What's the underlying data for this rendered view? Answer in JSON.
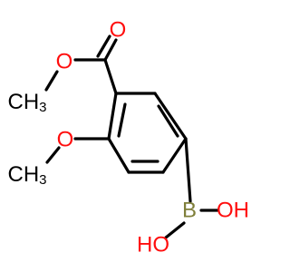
{
  "molecule": {
    "atoms": {
      "carbonyl_oxygen": "O",
      "ester_oxygen": "O",
      "ester_methyl": "CH3",
      "methoxy_oxygen": "O",
      "methoxy_methyl": "CH3",
      "boron": "B",
      "hydroxyl_1": "OH",
      "hydroxyl_2": "HO"
    },
    "colors": {
      "oxygen": "#ff0d0d",
      "boron": "#7f7f3a",
      "carbon_hydrogen": "#000000",
      "bond": "#000000"
    }
  }
}
